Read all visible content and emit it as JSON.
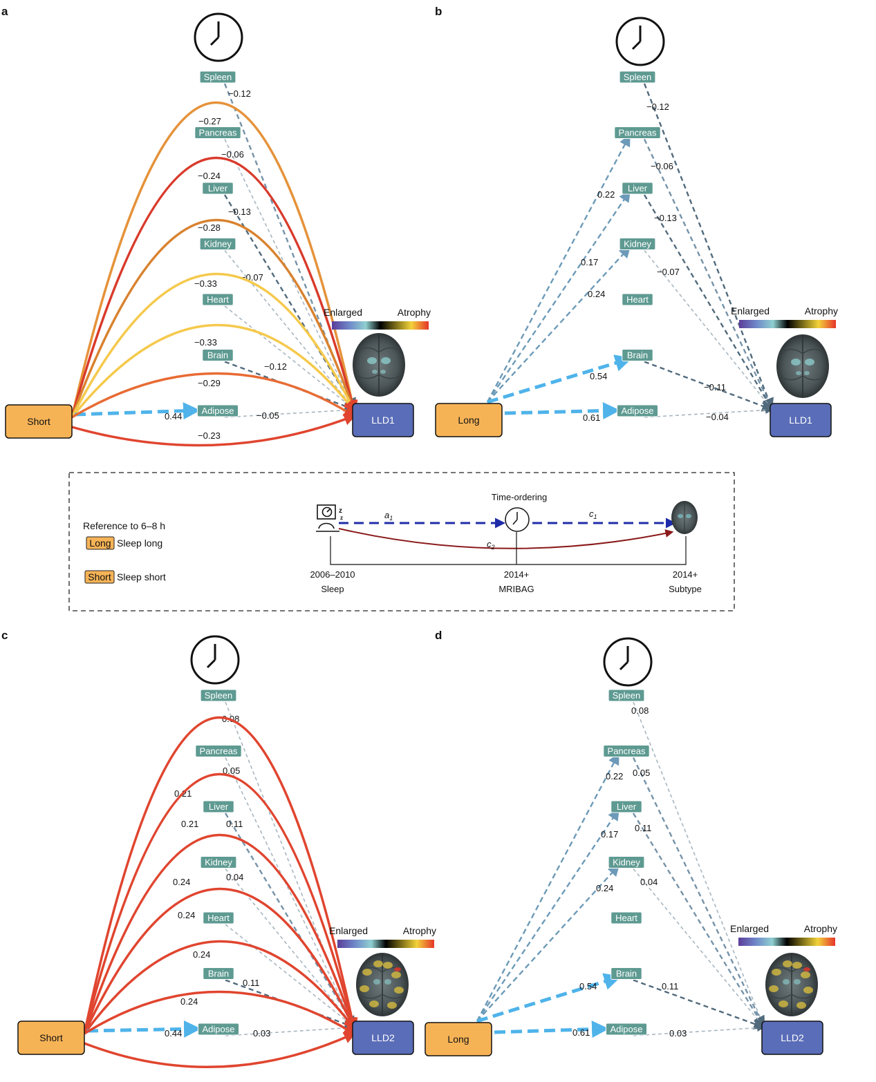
{
  "colors": {
    "orange_box": "#f6b356",
    "blue_box": "#5a6db8",
    "organ_tag": "#5e9a91",
    "light_blue": "#4fb3ea",
    "dark_gray_dash": "#516a7c",
    "light_gray_dash": "#a8b6c0",
    "steel_dash": "#7592a8",
    "red": "#e0452f",
    "dark_red": "#d93a2b",
    "orange_curve": "#e5923a",
    "dark_orange": "#d9822f",
    "yellow": "#f5c94c",
    "orange_red": "#e86b34",
    "mediator_blue": "#1f2ca8",
    "maroon": "#8b1a1a"
  },
  "organs": [
    "Spleen",
    "Pancreas",
    "Liver",
    "Kidney",
    "Heart",
    "Brain",
    "Adipose"
  ],
  "colorbar": {
    "left_label": "Enlarged",
    "right_label": "Atrophy"
  },
  "panels": [
    {
      "letter": "a",
      "exposure": "Short",
      "outcome": "LLD1",
      "a_paths": [
        {
          "organ": "Spleen",
          "show": false,
          "label": ""
        },
        {
          "organ": "Pancreas",
          "show": true,
          "label": "−0.27",
          "color": "#e5923a",
          "style": "solid"
        },
        {
          "organ": "Liver",
          "show": true,
          "label": "−0.24",
          "color": "#d93a2b",
          "style": "solid"
        },
        {
          "organ": "Kidney",
          "show": true,
          "label": "−0.28",
          "color": "#d9822f",
          "style": "solid"
        },
        {
          "organ": "Heart",
          "show": true,
          "label": "−0.33",
          "color": "#f5c94c",
          "style": "solid"
        },
        {
          "organ": "Brain",
          "show": true,
          "label": "−0.33",
          "color": "#f5c94c",
          "style": "solid"
        },
        {
          "organ": "Adipose",
          "show": true,
          "label": "0.44",
          "color": "#4fb3ea",
          "style": "dash"
        }
      ],
      "c_paths": [
        {
          "organ": "Spleen",
          "label": "−0.12",
          "color": "#7592a8"
        },
        {
          "organ": "Pancreas",
          "label": "−0.06",
          "color": "#a8b6c0"
        },
        {
          "organ": "Liver",
          "label": "−0.13",
          "color": "#516a7c"
        },
        {
          "organ": "Kidney",
          "label": "−0.07",
          "color": "#a8b6c0"
        },
        {
          "organ": "Heart",
          "label": "",
          "color": "#a8b6c0"
        },
        {
          "organ": "Brain",
          "label": "−0.12",
          "color": "#516a7c"
        },
        {
          "organ": "Adipose",
          "label": "−0.05",
          "color": "#a8b6c0"
        }
      ],
      "direct": [
        {
          "label": "−0.29",
          "color": "#e86b34"
        },
        {
          "label": "−0.23",
          "color": "#e0452f"
        }
      ]
    },
    {
      "letter": "b",
      "exposure": "Long",
      "outcome": "LLD1",
      "a_paths": [
        {
          "organ": "Spleen",
          "show": false,
          "label": ""
        },
        {
          "organ": "Pancreas",
          "show": true,
          "label": "0.22",
          "color": "#6c9ab8",
          "style": "dash"
        },
        {
          "organ": "Liver",
          "show": true,
          "label": "0.17",
          "color": "#6c9ab8",
          "style": "dash"
        },
        {
          "organ": "Kidney",
          "show": true,
          "label": "0.24",
          "color": "#6c9ab8",
          "style": "dash"
        },
        {
          "organ": "Heart",
          "show": false,
          "label": ""
        },
        {
          "organ": "Brain",
          "show": true,
          "label": "0.54",
          "color": "#4fb3ea",
          "style": "dash-thick"
        },
        {
          "organ": "Adipose",
          "show": true,
          "label": "0.61",
          "color": "#4fb3ea",
          "style": "dash-thick"
        }
      ],
      "c_paths": [
        {
          "organ": "Spleen",
          "label": "−0.12",
          "color": "#516a7c"
        },
        {
          "organ": "Pancreas",
          "label": "−0.06",
          "color": "#7592a8"
        },
        {
          "organ": "Liver",
          "label": "−0.13",
          "color": "#516a7c"
        },
        {
          "organ": "Kidney",
          "label": "−0.07",
          "color": "#a8b6c0"
        },
        {
          "organ": "Heart",
          "label": "",
          "color": "#ffffff"
        },
        {
          "organ": "Brain",
          "label": "−0.11",
          "color": "#516a7c"
        },
        {
          "organ": "Adipose",
          "label": "−0.04",
          "color": "#a8b6c0"
        }
      ],
      "direct": []
    },
    {
      "letter": "c",
      "exposure": "Short",
      "outcome": "LLD2",
      "a_paths": [
        {
          "organ": "Spleen",
          "show": false,
          "label": ""
        },
        {
          "organ": "Pancreas",
          "show": true,
          "label": "0.21",
          "color": "#e0452f",
          "style": "solid"
        },
        {
          "organ": "Liver",
          "show": true,
          "label": "0.21",
          "color": "#e0452f",
          "style": "solid"
        },
        {
          "organ": "Kidney",
          "show": true,
          "label": "0.24",
          "color": "#e0452f",
          "style": "solid"
        },
        {
          "organ": "Heart",
          "show": true,
          "label": "0.24",
          "color": "#e0452f",
          "style": "solid"
        },
        {
          "organ": "Brain",
          "show": true,
          "label": "0.24",
          "color": "#e0452f",
          "style": "solid"
        },
        {
          "organ": "Adipose",
          "show": true,
          "label": "0.44",
          "color": "#4fb3ea",
          "style": "dash"
        }
      ],
      "c_paths": [
        {
          "organ": "Spleen",
          "label": "0.08",
          "color": "#a8b6c0"
        },
        {
          "organ": "Pancreas",
          "label": "0.05",
          "color": "#a8b6c0"
        },
        {
          "organ": "Liver",
          "label": "0.11",
          "color": "#7592a8"
        },
        {
          "organ": "Kidney",
          "label": "0.04",
          "color": "#a8b6c0"
        },
        {
          "organ": "Heart",
          "label": "",
          "color": "#a8b6c0"
        },
        {
          "organ": "Brain",
          "label": "0.11",
          "color": "#516a7c"
        },
        {
          "organ": "Adipose",
          "label": "0.03",
          "color": "#a8b6c0"
        }
      ],
      "direct": [
        {
          "label": "0.24",
          "color": "#e0452f"
        },
        {
          "label": "",
          "color": "#e0452f"
        }
      ]
    },
    {
      "letter": "d",
      "exposure": "Long",
      "outcome": "LLD2",
      "a_paths": [
        {
          "organ": "Spleen",
          "show": false,
          "label": ""
        },
        {
          "organ": "Pancreas",
          "show": true,
          "label": "0.22",
          "color": "#6c9ab8",
          "style": "dash"
        },
        {
          "organ": "Liver",
          "show": true,
          "label": "0.17",
          "color": "#6c9ab8",
          "style": "dash"
        },
        {
          "organ": "Kidney",
          "show": true,
          "label": "0.24",
          "color": "#6c9ab8",
          "style": "dash"
        },
        {
          "organ": "Heart",
          "show": false,
          "label": ""
        },
        {
          "organ": "Brain",
          "show": true,
          "label": "0.54",
          "color": "#4fb3ea",
          "style": "dash-thick"
        },
        {
          "organ": "Adipose",
          "show": true,
          "label": "0.61",
          "color": "#4fb3ea",
          "style": "dash-thick"
        }
      ],
      "c_paths": [
        {
          "organ": "Spleen",
          "label": "0.08",
          "color": "#a8b6c0"
        },
        {
          "organ": "Pancreas",
          "label": "0.05",
          "color": "#7592a8"
        },
        {
          "organ": "Liver",
          "label": "0.11",
          "color": "#7592a8"
        },
        {
          "organ": "Kidney",
          "label": "0.04",
          "color": "#a8b6c0"
        },
        {
          "organ": "Heart",
          "label": "",
          "color": "#ffffff"
        },
        {
          "organ": "Brain",
          "label": "0.11",
          "color": "#516a7c"
        },
        {
          "organ": "Adipose",
          "label": "0.03",
          "color": "#a8b6c0"
        }
      ],
      "direct": []
    }
  ],
  "legend": {
    "reference": "Reference to 6–8 h",
    "long_tag": "Long",
    "long_text": "Sleep long",
    "short_tag": "Short",
    "short_text": "Sleep short",
    "time_ordering": "Time-ordering",
    "a1": "a",
    "a1_sub": "1",
    "c1": "c",
    "c1_sub": "1",
    "c2": "c",
    "c2_sub": "2",
    "t1_year": "2006–2010",
    "t1_label": "Sleep",
    "t2_year": "2014+",
    "t2_label": "MRIBAG",
    "t3_year": "2014+",
    "t3_label": "Subtype"
  }
}
